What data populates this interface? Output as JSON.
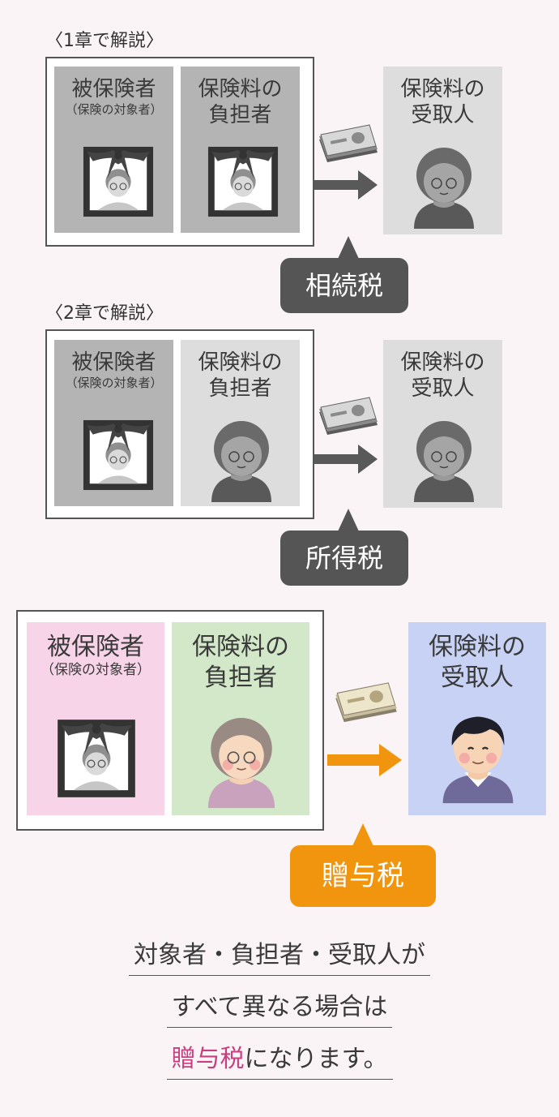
{
  "sections": [
    {
      "chapter": "〈1章で解説〉",
      "insured_label": "被保険者",
      "insured_sub": "（保険の対象者）",
      "payer_label_1": "保険料の",
      "payer_label_2": "負担者",
      "receiver_label_1": "保険料の",
      "receiver_label_2": "受取人",
      "tax": "相続税"
    },
    {
      "chapter": "〈2章で解説〉",
      "insured_label": "被保険者",
      "insured_sub": "（保険の対象者）",
      "payer_label_1": "保険料の",
      "payer_label_2": "負担者",
      "receiver_label_1": "保険料の",
      "receiver_label_2": "受取人",
      "tax": "所得税"
    },
    {
      "insured_label": "被保険者",
      "insured_sub": "（保険の対象者）",
      "payer_label_1": "保険料の",
      "payer_label_2": "負担者",
      "receiver_label_1": "保険料の",
      "receiver_label_2": "受取人",
      "tax": "贈与税"
    }
  ],
  "summary": {
    "line1": "対象者・負担者・受取人が",
    "line2": "すべて異なる場合は",
    "line3_highlight": "贈与税",
    "line3_rest": "になります。"
  },
  "colors": {
    "gray_dark": "#b3b4b3",
    "gray_light": "#dcdddc",
    "pink": "#f7d4e8",
    "green": "#d3e8c9",
    "blue": "#c8d2f4",
    "bubble_gray": "#555555",
    "bubble_orange": "#f1950f",
    "highlight": "#c73f7f"
  }
}
